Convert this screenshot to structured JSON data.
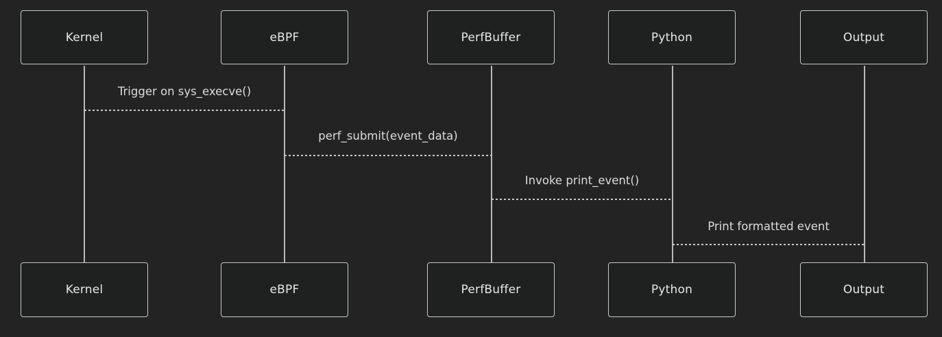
{
  "diagram": {
    "type": "sequence-diagram",
    "actors": [
      {
        "id": "kernel",
        "label": "Kernel"
      },
      {
        "id": "ebpf",
        "label": "eBPF"
      },
      {
        "id": "perfbuffer",
        "label": "PerfBuffer"
      },
      {
        "id": "python",
        "label": "Python"
      },
      {
        "id": "output",
        "label": "Output"
      }
    ],
    "messages": [
      {
        "from": "Kernel",
        "to": "eBPF",
        "label": "Trigger on sys_execve()",
        "line_style": "dotted"
      },
      {
        "from": "eBPF",
        "to": "PerfBuffer",
        "label": "perf_submit(event_data)",
        "line_style": "dotted"
      },
      {
        "from": "PerfBuffer",
        "to": "Python",
        "label": "Invoke print_event()",
        "line_style": "dotted"
      },
      {
        "from": "Python",
        "to": "Output",
        "label": "Print formatted event",
        "line_style": "dotted"
      }
    ],
    "colors": {
      "background": "#232323",
      "box_fill": "#1f2020",
      "box_border": "#c9c9c9",
      "text": "#e8e8e8",
      "message_text": "#dcdcdc",
      "lifeline": "#b9b9b9",
      "message_line": "#c9c9c9"
    }
  }
}
